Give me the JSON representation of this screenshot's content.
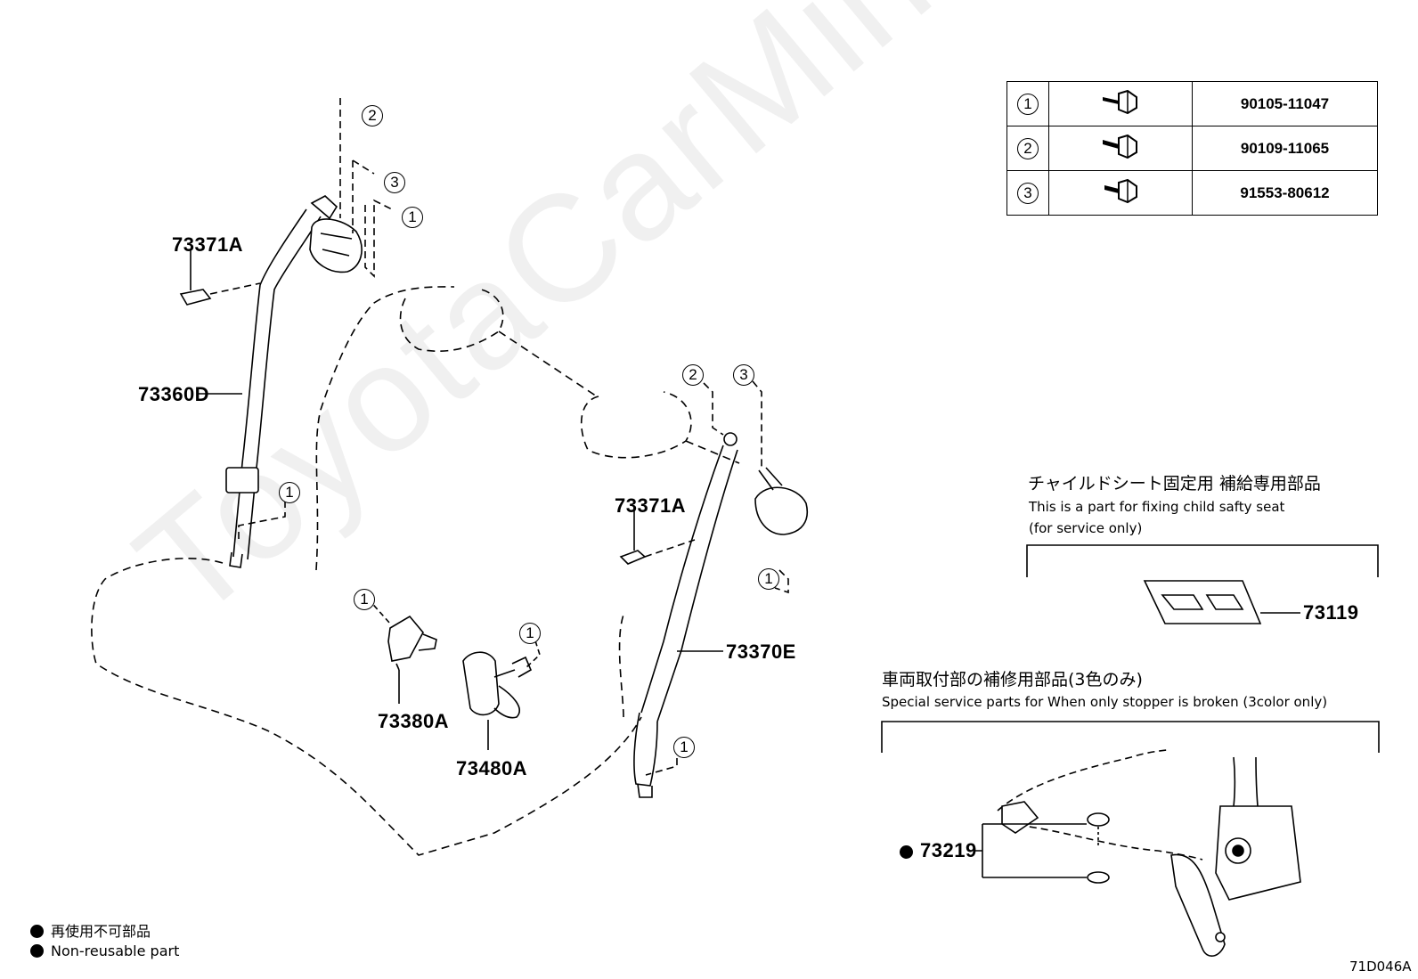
{
  "diagram_code": "71D046A",
  "watermark": "ToyotaCarMiner.ru",
  "labels": {
    "p73371A_left": "73371A",
    "p73360D": "73360D",
    "p73371A_right": "73371A",
    "p73370E": "73370E",
    "p73380A": "73380A",
    "p73480A": "73480A",
    "p73119": "73119",
    "p73219": "73219"
  },
  "callouts": {
    "left_top_2": "2",
    "left_top_3": "3",
    "left_top_1": "1",
    "left_belt_1": "1",
    "center_left_1": "1",
    "center_right_1": "1",
    "right_top_2": "2",
    "right_top_3": "3",
    "right_mid_1": "1",
    "right_low_1": "1"
  },
  "fastener_table": [
    {
      "ref": "1",
      "part": "90105-11047",
      "icon": "bolt-icon"
    },
    {
      "ref": "2",
      "part": "90109-11065",
      "icon": "bolt-icon"
    },
    {
      "ref": "3",
      "part": "91553-80612",
      "icon": "bolt-icon"
    }
  ],
  "child_seat": {
    "title_jp": "チャイルドシート固定用 補給専用部品",
    "line1": "This is a part for fixing child safty seat",
    "line2": "(for service only)"
  },
  "stopper": {
    "title_jp": "車両取付部の補修用部品(3色のみ)",
    "line1": "Special service parts for When only stopper is broken (3color only)"
  },
  "legend": {
    "jp": "再使用不可部品",
    "en": "Non-reusable part"
  }
}
